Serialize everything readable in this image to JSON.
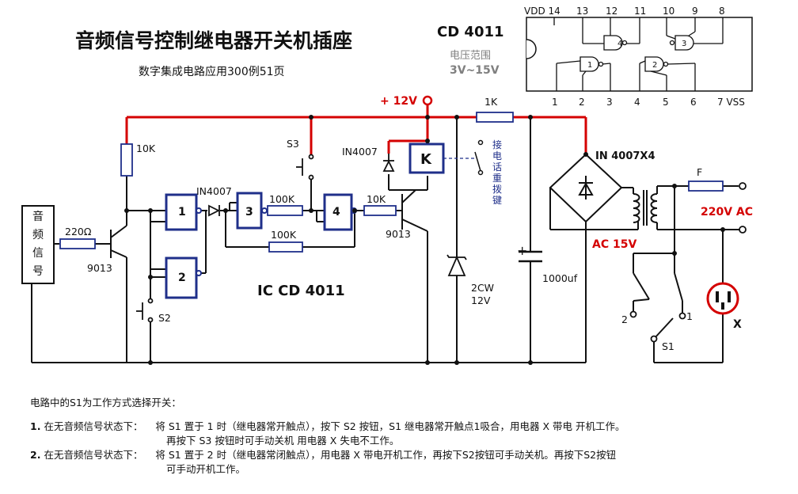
{
  "title": "音频信号控制继电器开关机插座",
  "subtitle": "数字集成电路应用300例51页",
  "ic": {
    "name": "CD 4011",
    "range_label": "电压范围",
    "range": "3V~15V",
    "center_label": "IC CD 4011"
  },
  "supply": "+ 12V",
  "pins_top": [
    "VDD 14",
    "13",
    "12",
    "11",
    "10",
    "9",
    "8"
  ],
  "pins_bottom": [
    "1",
    "2",
    "3",
    "4",
    "5",
    "6",
    "7 VSS"
  ],
  "gate_labels": [
    "1",
    "2",
    "3",
    "4"
  ],
  "labels": {
    "audio": "音频信号",
    "r_in": "220Ω",
    "r_10k_a": "10K",
    "t1": "9013",
    "t2": "9013",
    "d1": "IN4007",
    "d2": "IN4007",
    "r_100k_a": "100K",
    "r_100k_b": "100K",
    "r_10k_b": "10K",
    "relay": "K",
    "s2": "S2",
    "s3": "S3",
    "phone_key": "接电话重拨键",
    "r_1k": "1K",
    "zener": "2CW",
    "zener_v": "12V",
    "cap": "1000uf",
    "bridge": "IN 4007X4",
    "ac15": "AC 15V",
    "fuse": "F",
    "ac220": "220V AC",
    "s1": "S1",
    "s1_pos1": "1",
    "s1_pos2": "2",
    "load": "X"
  },
  "notes": {
    "intro": "电路中的S1为工作方式选择开关：",
    "item1_num": "1.",
    "item1_head": "在无音频信号状态下：",
    "item1_body": "将 S1 置于 1 时（继电器常开触点），按下 S2 按钮，S1 继电器常开触点1吸合，用电器 X 带电 开机工作。",
    "item1_body2": "再按下 S3 按钮时可手动关机 用电器 X 失电不工作。",
    "item2_num": "2.",
    "item2_head": "在无音频信号状态下：",
    "item2_body": "将 S1 置于 2 时（继电器常闭触点），用电器 X 带电开机工作，再按下S2按钮可手动关机。再按下S2按钮",
    "item2_body2": "可手动开机工作。"
  },
  "colors": {
    "wire": "#111111",
    "power": "#d40000",
    "gate": "#1f2f8a",
    "accent": "#d40000",
    "ic_gray": "#808080"
  }
}
